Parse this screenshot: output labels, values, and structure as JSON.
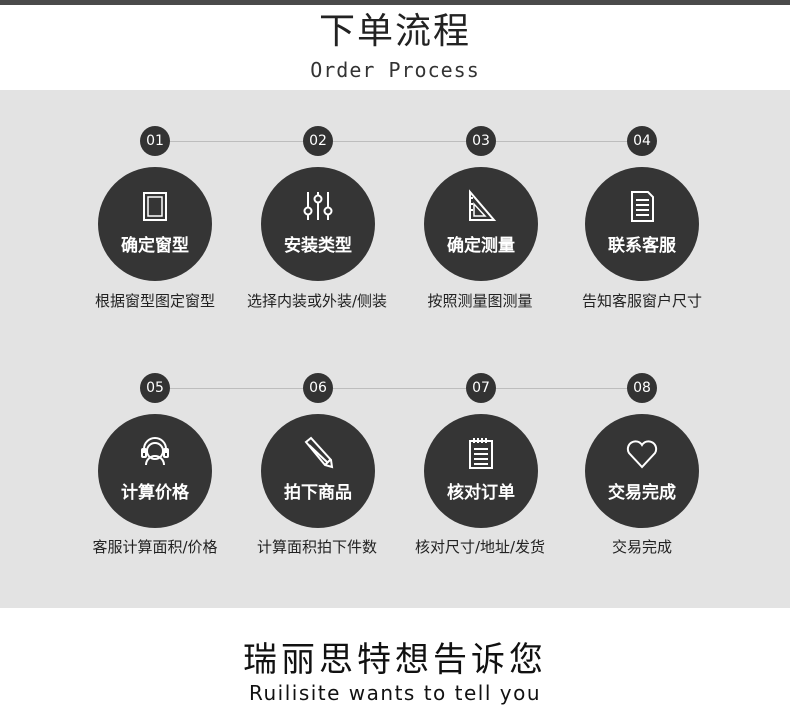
{
  "header": {
    "title_cn": "下单流程",
    "title_en": "Order Process"
  },
  "steps": [
    {
      "num": "01",
      "label": "确定窗型",
      "desc": "根据窗型图定窗型",
      "icon": "window-icon"
    },
    {
      "num": "02",
      "label": "安装类型",
      "desc": "选择内装或外装/侧装",
      "icon": "sliders-icon"
    },
    {
      "num": "03",
      "label": "确定测量",
      "desc": "按照测量图测量",
      "icon": "ruler-triangle-icon"
    },
    {
      "num": "04",
      "label": "联系客服",
      "desc": "告知客服窗户尺寸",
      "icon": "document-icon"
    },
    {
      "num": "05",
      "label": "计算价格",
      "desc": "客服计算面积/价格",
      "icon": "headset-icon"
    },
    {
      "num": "06",
      "label": "拍下商品",
      "desc": "计算面积拍下件数",
      "icon": "pencil-icon"
    },
    {
      "num": "07",
      "label": "核对订单",
      "desc": "核对尺寸/地址/发货",
      "icon": "notepad-icon"
    },
    {
      "num": "08",
      "label": "交易完成",
      "desc": "交易完成",
      "icon": "heart-icon"
    }
  ],
  "footer": {
    "title_cn": "瑞丽思特想告诉您",
    "title_en": "Ruilisite wants to tell you"
  }
}
